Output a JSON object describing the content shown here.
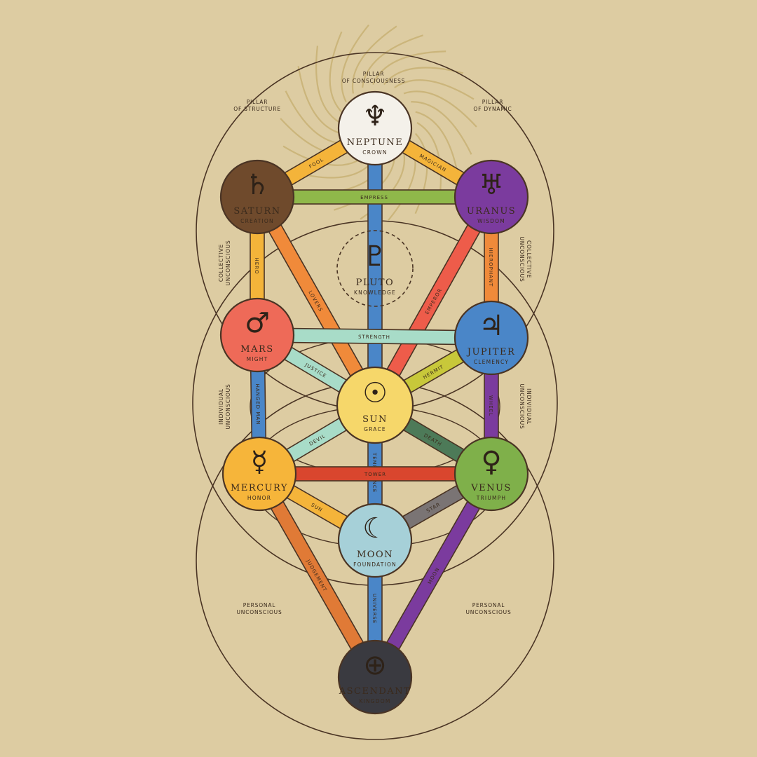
{
  "diagram": {
    "annotations": {
      "pillar_consciousness": [
        "PILLAR",
        "OF CONSCIOUSNESS"
      ],
      "pillar_structure": [
        "PILLAR",
        "OF STRUCTURE"
      ],
      "pillar_dynamic": [
        "PILLAR",
        "OF DYNAMIC"
      ],
      "collective_left": [
        "COLLECTIVE",
        "UNCONSCIOUS"
      ],
      "collective_right": [
        "COLLECTIVE",
        "UNCONSCIOUS"
      ],
      "individual_left": [
        "INDIVIDUAL",
        "UNCONSCIOUS"
      ],
      "individual_right": [
        "INDIVIDUAL",
        "UNCONSCIOUS"
      ],
      "personal_left": [
        "PERSONAL",
        "UNCONSCIOUS"
      ],
      "personal_right": [
        "PERSONAL",
        "UNCONSCIOUS"
      ]
    },
    "nodes": {
      "neptune": {
        "name": "NEPTUNE",
        "sub": "CROWN",
        "symbol": "♆",
        "color": "#f4f1ea"
      },
      "saturn": {
        "name": "SATURN",
        "sub": "CREATION",
        "symbol": "♄",
        "color": "#6f4a2c"
      },
      "uranus": {
        "name": "URANUS",
        "sub": "WISDOM",
        "symbol": "♅",
        "color": "#7b3b9e"
      },
      "pluto": {
        "name": "PLUTO",
        "sub": "KNOWLEDGE",
        "symbol": "♇",
        "color": "none"
      },
      "mars": {
        "name": "MARS",
        "sub": "MIGHT",
        "symbol": "♂",
        "color": "#ee6a58"
      },
      "jupiter": {
        "name": "JUPITER",
        "sub": "CLEMENCY",
        "symbol": "♃",
        "color": "#4a86c8"
      },
      "sun": {
        "name": "SUN",
        "sub": "GRACE",
        "symbol": "☉",
        "color": "#f6d76a"
      },
      "mercury": {
        "name": "MERCURY",
        "sub": "HONOR",
        "symbol": "☿",
        "color": "#f6b53a"
      },
      "venus": {
        "name": "VENUS",
        "sub": "TRIUMPH",
        "symbol": "♀",
        "color": "#7fb04a"
      },
      "moon": {
        "name": "MOON",
        "sub": "FOUNDATION",
        "symbol": "☾",
        "color": "#a6d0d8"
      },
      "ascendant": {
        "name": "ASCENDANT",
        "sub": "KINGDOM",
        "symbol": "⊕",
        "color": "#3a3a40"
      }
    },
    "paths": [
      {
        "id": "fool",
        "from": "neptune",
        "to": "saturn",
        "label": "FOOL",
        "color": "#f4b43a"
      },
      {
        "id": "magician",
        "from": "neptune",
        "to": "uranus",
        "label": "MAGICIAN",
        "color": "#f4b43a"
      },
      {
        "id": "neptune-sun",
        "from": "neptune",
        "to": "sun",
        "label": "",
        "color": "#4a86c8"
      },
      {
        "id": "empress",
        "from": "saturn",
        "to": "uranus",
        "label": "EMPRESS",
        "color": "#8fb84a"
      },
      {
        "id": "hero",
        "from": "saturn",
        "to": "mars",
        "label": "HERO",
        "color": "#f4b43a"
      },
      {
        "id": "lovers",
        "from": "saturn",
        "to": "sun",
        "label": "LOVERS",
        "color": "#f08a3a"
      },
      {
        "id": "hierophant",
        "from": "uranus",
        "to": "jupiter",
        "label": "HIEROPHANT",
        "color": "#f08a3a"
      },
      {
        "id": "emperor",
        "from": "uranus",
        "to": "sun",
        "label": "EMPEROR",
        "color": "#ee5c4a"
      },
      {
        "id": "strength",
        "from": "mars",
        "to": "jupiter",
        "label": "STRENGTH",
        "color": "#a8dcc8"
      },
      {
        "id": "justice",
        "from": "mars",
        "to": "sun",
        "label": "JUSTICE",
        "color": "#a8dcc8"
      },
      {
        "id": "hanged-man",
        "from": "mars",
        "to": "mercury",
        "label": "HANGED MAN",
        "color": "#4a86c8"
      },
      {
        "id": "hermit",
        "from": "jupiter",
        "to": "sun",
        "label": "HERMIT",
        "color": "#c8c83a"
      },
      {
        "id": "wheel",
        "from": "jupiter",
        "to": "venus",
        "label": "WHEEL",
        "color": "#7b3b9e"
      },
      {
        "id": "devil",
        "from": "sun",
        "to": "mercury",
        "label": "DEVIL",
        "color": "#a8dcc8"
      },
      {
        "id": "death",
        "from": "sun",
        "to": "venus",
        "label": "DEATH",
        "color": "#4d7a58"
      },
      {
        "id": "temperance",
        "from": "sun",
        "to": "moon",
        "label": "TEMPERANCE",
        "color": "#4a86c8"
      },
      {
        "id": "tower",
        "from": "mercury",
        "to": "venus",
        "label": "TOWER",
        "color": "#d9462e"
      },
      {
        "id": "sun-path",
        "from": "mercury",
        "to": "moon",
        "label": "SUN",
        "color": "#f4b43a"
      },
      {
        "id": "judgement",
        "from": "mercury",
        "to": "ascendant",
        "label": "JUDGEMENT",
        "color": "#e07a36"
      },
      {
        "id": "star",
        "from": "venus",
        "to": "moon",
        "label": "STAR",
        "color": "#7a7474"
      },
      {
        "id": "moon-path",
        "from": "venus",
        "to": "ascendant",
        "label": "MOON",
        "color": "#7b3b9e"
      },
      {
        "id": "universe",
        "from": "moon",
        "to": "ascendant",
        "label": "UNIVERSE",
        "color": "#4a86c8"
      }
    ]
  }
}
